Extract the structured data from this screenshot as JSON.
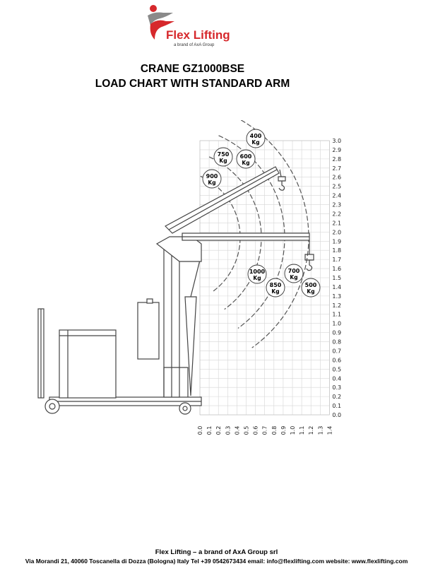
{
  "brand": {
    "name": "Flex Lifting",
    "tagline": "a brand of AxA Group",
    "logo_color": "#d6282c"
  },
  "title": {
    "line1": "CRANE GZ1000BSE",
    "line2": "LOAD CHART WITH STANDARD ARM"
  },
  "chart_data": {
    "type": "load-chart",
    "y_ticks": [
      "3.0",
      "2.9",
      "2.8",
      "2.7",
      "2.6",
      "2.5",
      "2.4",
      "2.3",
      "2.2",
      "2.1",
      "2.0",
      "1.9",
      "1.8",
      "1.7",
      "1.6",
      "1.5",
      "1.4",
      "1.3",
      "1.2",
      "1.1",
      "1.0",
      "0.9",
      "0.8",
      "0.7",
      "0.6",
      "0.5",
      "0.4",
      "0.3",
      "0.2",
      "0.1",
      "0.0"
    ],
    "x_ticks": [
      "0.0",
      "0.1",
      "0.2",
      "0.3",
      "0.4",
      "0.5",
      "0.6",
      "0.7",
      "0.8",
      "0.9",
      "1.0",
      "1.1",
      "1.2",
      "1.3",
      "1.4"
    ],
    "load_labels_upper": [
      {
        "line1": "900",
        "line2": "Kg"
      },
      {
        "line1": "750",
        "line2": "Kg"
      },
      {
        "line1": "600",
        "line2": "Kg"
      },
      {
        "line1": "400",
        "line2": "Kg"
      }
    ],
    "load_labels_lower": [
      {
        "line1": "1000",
        "line2": "Kg"
      },
      {
        "line1": "850",
        "line2": "Kg"
      },
      {
        "line1": "700",
        "line2": "Kg"
      },
      {
        "line1": "500",
        "line2": "Kg"
      }
    ]
  },
  "footer": {
    "line1": "Flex Lifting – a brand of AxA Group srl",
    "address": "Via Morandi 21,  40060 Toscanella di Dozza (Bologna) Italy Tel +39 0542673434  email: ",
    "email": "info@flexlifting.com",
    "website_label": "  website: www.flexlifting.com"
  }
}
